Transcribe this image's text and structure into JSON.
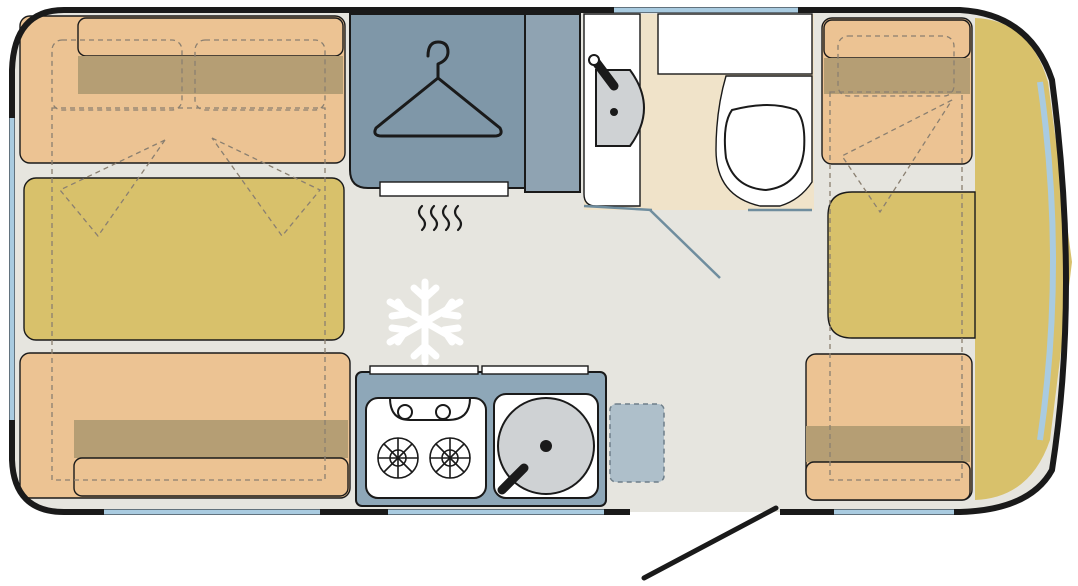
{
  "colors": {
    "background": "#ffffff",
    "floor": "#e6e5df",
    "wall": "#1a1a1a",
    "window": "#a9cbe0",
    "cushion": "#ecc393",
    "cushion_shadow": "#b59e74",
    "table": "#d8c16b",
    "wardrobe": "#7f97a8",
    "wardrobe_dark": "#8fa3b2",
    "bathroom_floor": "#f0e3c9",
    "fixture": "#ffffff",
    "sink": "#cfd2d4",
    "kitchen": "#8ea7b8",
    "worktop_ext": "#aebfca",
    "dashed": "#8a7f70",
    "icon_line": "#1a1a1a"
  },
  "icons": {
    "wardrobe": "hanger-icon",
    "heater": "heating-icon",
    "fridge": "snowflake-icon",
    "stove": "two-burner-hob-icon",
    "sink": "round-sink-icon",
    "door": "entry-door-icon"
  },
  "zones": [
    "rear-dinette",
    "wardrobe",
    "washroom",
    "kitchen",
    "front-seating",
    "entry-door"
  ]
}
